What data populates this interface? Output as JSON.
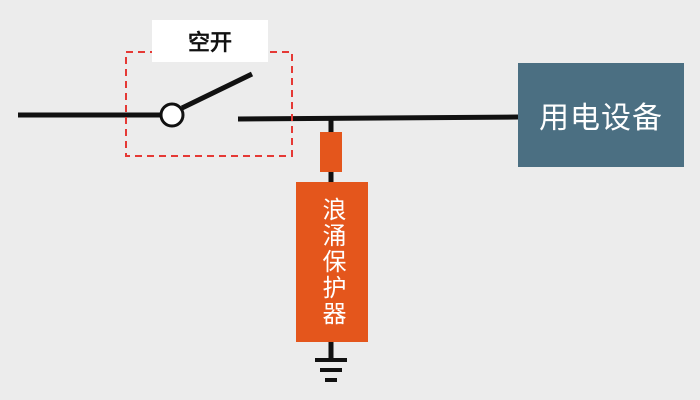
{
  "breaker": {
    "label": "空开"
  },
  "device": {
    "label": "用电设备"
  },
  "surge_protector": {
    "label": "浪涌保护器"
  },
  "colors": {
    "line": "#111111",
    "breaker_frame": "#e53935",
    "device_fill": "#4b6f82",
    "spd_fill": "#e4561c",
    "background": "#ececec"
  },
  "icons": [
    "switch-contact-icon",
    "ground-symbol-icon"
  ]
}
